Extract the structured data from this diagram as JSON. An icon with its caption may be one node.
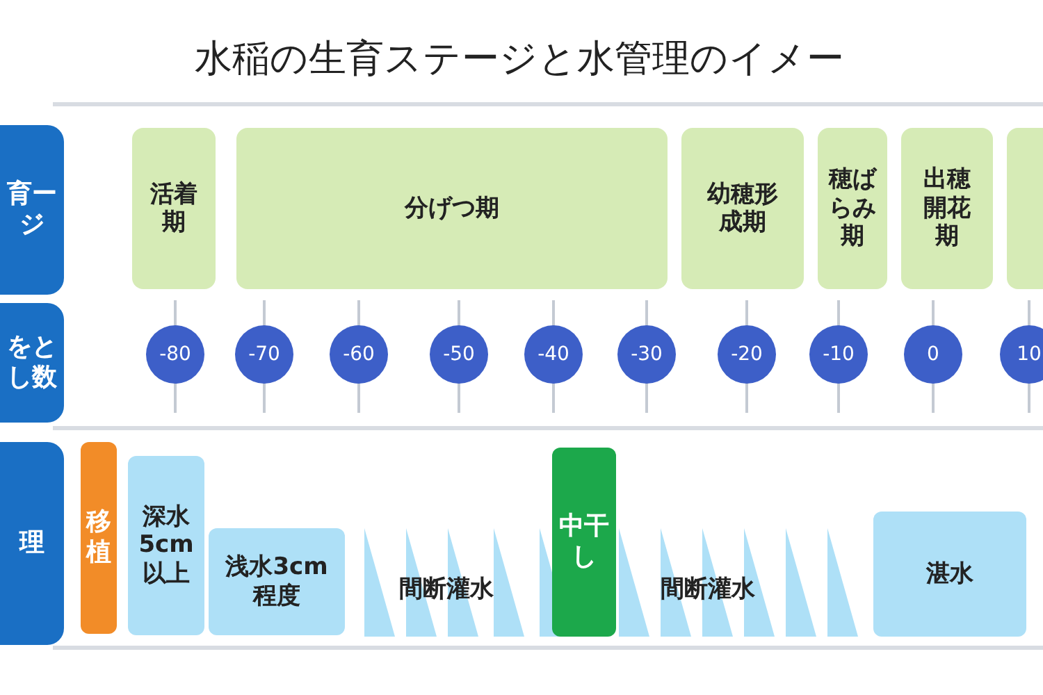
{
  "diagram": {
    "title": "水稲の生育ステージと水管理のイメー",
    "nodes": [
      {
        "text": [
          "育ージ"
        ]
      },
      {
        "text": [
          "をとし数"
        ]
      },
      {
        "text": [
          "理"
        ]
      },
      {
        "text": [
          "活着期"
        ]
      },
      {
        "text": [
          "分げつ期"
        ]
      },
      {
        "text": [
          "幼穂形成期"
        ]
      },
      {
        "text": [
          "穂ばらみ期"
        ]
      },
      {
        "text": [
          "出穂開花期"
        ]
      },
      {
        "text": [],
        "shape": "box"
      },
      {
        "text": [
          "-80"
        ]
      },
      {
        "text": [
          "-70"
        ]
      },
      {
        "text": [
          "-60"
        ]
      },
      {
        "text": [
          "-50"
        ]
      },
      {
        "text": [
          "-40"
        ]
      },
      {
        "text": [
          "-30"
        ]
      },
      {
        "text": [
          "-20"
        ]
      },
      {
        "text": [
          "-10"
        ]
      },
      {
        "text": [
          "0"
        ]
      },
      {
        "text": [
          "10"
        ]
      },
      {
        "text": [
          "移植"
        ]
      },
      {
        "text": [
          "深水5cm以上"
        ]
      },
      {
        "text": [
          "浅水3cm程度"
        ]
      },
      {
        "text": [
          "中干し"
        ]
      },
      {
        "text": [
          "湛水"
        ]
      }
    ],
    "edges": [],
    "labels": [
      "間断灌水",
      "間断灌水"
    ]
  }
}
